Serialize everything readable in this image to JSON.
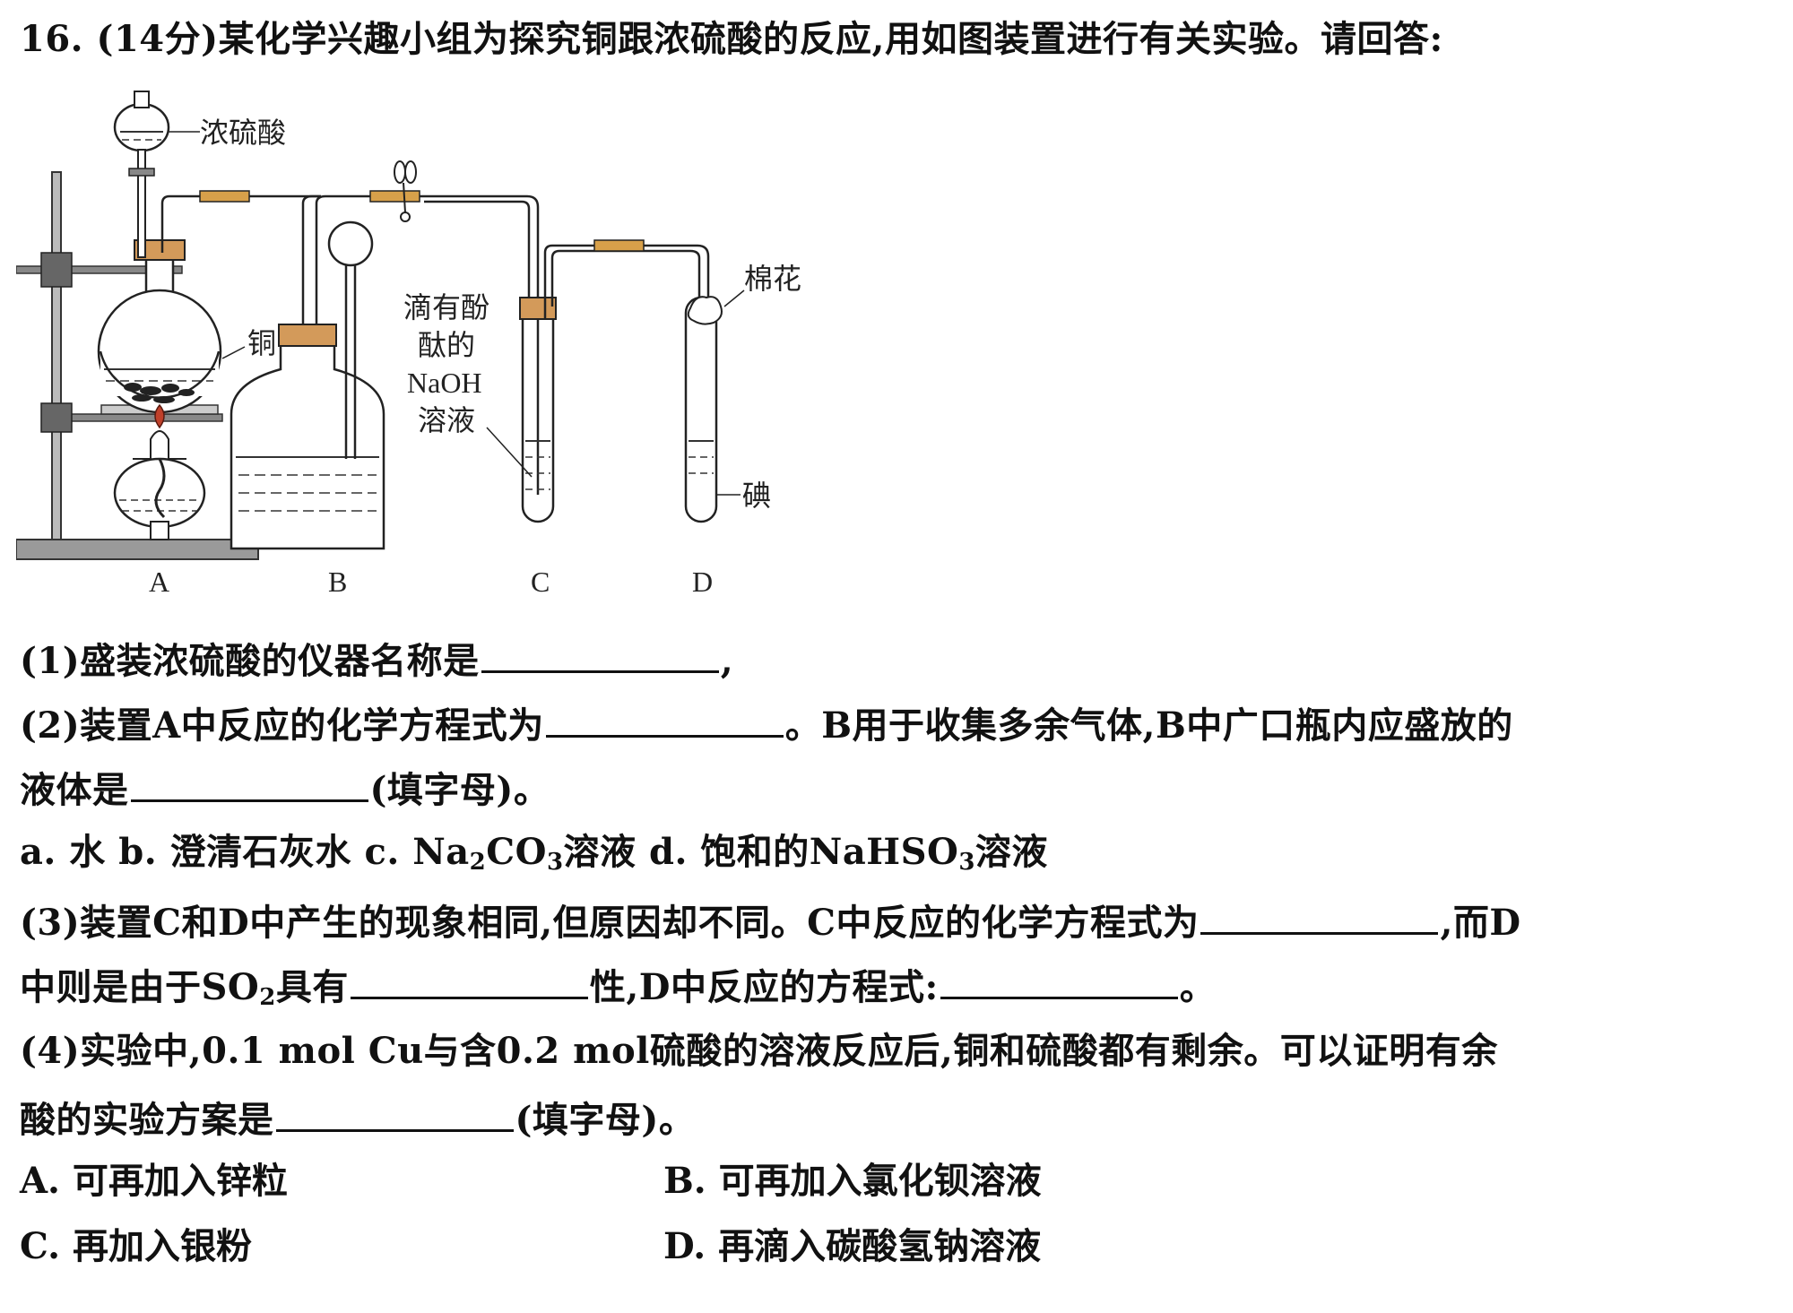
{
  "question": {
    "number": "16.",
    "points": "(14分)",
    "stem": "某化学兴趣小组为探究铜跟浓硫酸的反应,用如图装置进行有关实验。请回答:"
  },
  "figure": {
    "labels": {
      "conc_acid": "浓硫酸",
      "copper": "铜",
      "naoh_1": "滴有酚",
      "naoh_2": "酞的",
      "naoh_3": "NaOH",
      "naoh_4": "溶液",
      "cotton": "棉花",
      "iodine": "碘"
    },
    "apparatus": [
      "A",
      "B",
      "C",
      "D"
    ]
  },
  "q1": {
    "text": "(1)盛装浓硫酸的仪器名称是",
    "tail": ","
  },
  "q2": {
    "part1": "(2)装置A中反应的化学方程式为",
    "part2": "。B用于收集多余气体,B中广口瓶内应盛放的",
    "part3": "液体是",
    "part4": "(填字母)。"
  },
  "q2_options": {
    "a": "a. 水",
    "b": "b. 澄清石灰水",
    "c_pre": "c. Na",
    "c_sub1": "2",
    "c_mid": "CO",
    "c_sub2": "3",
    "c_post": "溶液",
    "d_pre": "d. 饱和的NaHSO",
    "d_sub": "3",
    "d_post": "溶液"
  },
  "q3": {
    "part1": "(3)装置C和D中产生的现象相同,但原因却不同。C中反应的化学方程式为",
    "part2": ",而D",
    "part3_pre": "中则是由于SO",
    "part3_sub": "2",
    "part3_post": "具有",
    "part4": "性,D中反应的方程式:",
    "part5": "。"
  },
  "q4": {
    "part1": "(4)实验中,0.1 mol Cu与含0.2 mol硫酸的溶液反应后,铜和硫酸都有剩余。可以证明有余",
    "part2": "酸的实验方案是",
    "part3": "(填字母)。"
  },
  "q4_options": {
    "A": "A. 可再加入锌粒",
    "B": "B. 可再加入氯化钡溶液",
    "C": "C. 再加入银粉",
    "D": "D. 再滴入碳酸氢钠溶液"
  }
}
